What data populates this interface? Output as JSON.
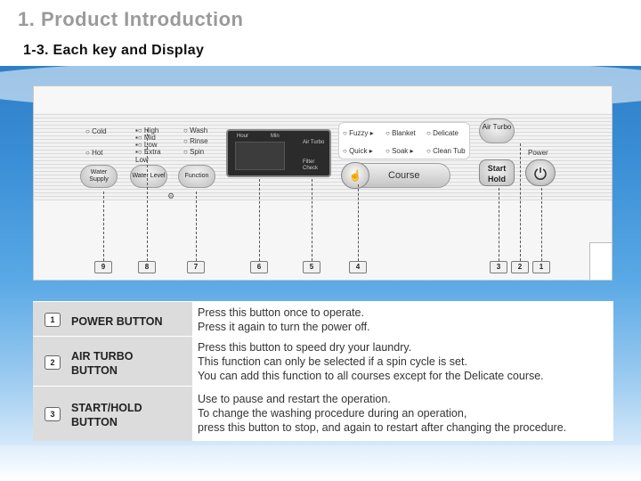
{
  "slide": {
    "title": "1. Product Introduction",
    "subtitle": "1-3.  Each key and Display"
  },
  "panel": {
    "temp_options": [
      "Cold",
      "Hot"
    ],
    "level_options": [
      "High",
      "Mid",
      "Low",
      "Extra Low"
    ],
    "function_options": [
      "Wash",
      "Rinse",
      "Spin"
    ],
    "water_supply_label": "Water Supply",
    "water_level_label": "Water Level",
    "function_label": "Function",
    "display_labels": {
      "hour": "Hour",
      "min": "Min",
      "air_turbo": "Air Turbo",
      "filter_check": "Filter Check"
    },
    "course_options": [
      "Fuzzy",
      "Blanket",
      "Delicate",
      "Quick",
      "Soak",
      "Clean Tub"
    ],
    "course_label": "Course",
    "air_turbo_label": "Air Turbo",
    "start_label": "Start",
    "hold_label": "Hold",
    "power_label": "Power",
    "markers": [
      "9",
      "8",
      "7",
      "6",
      "5",
      "4",
      "3",
      "2",
      "1"
    ]
  },
  "table": {
    "rows": [
      {
        "num": "1",
        "name_lines": [
          "POWER BUTTON"
        ],
        "desc_lines": [
          "Press this button once to operate.",
          "Press it again to turn the power off."
        ]
      },
      {
        "num": "2",
        "name_lines": [
          "AIR TURBO",
          "BUTTON"
        ],
        "desc_lines": [
          "Press this button to speed dry your laundry.",
          "This function can only be selected if a spin cycle is set.",
          "You can add this function to all courses except for the Delicate course."
        ]
      },
      {
        "num": "3",
        "name_lines": [
          "START/HOLD",
          "BUTTON"
        ],
        "desc_lines": [
          "Use to pause and restart the operation.",
          "To change the washing procedure during an operation,",
          "press this button to stop, and again to restart after changing the procedure."
        ]
      }
    ]
  }
}
